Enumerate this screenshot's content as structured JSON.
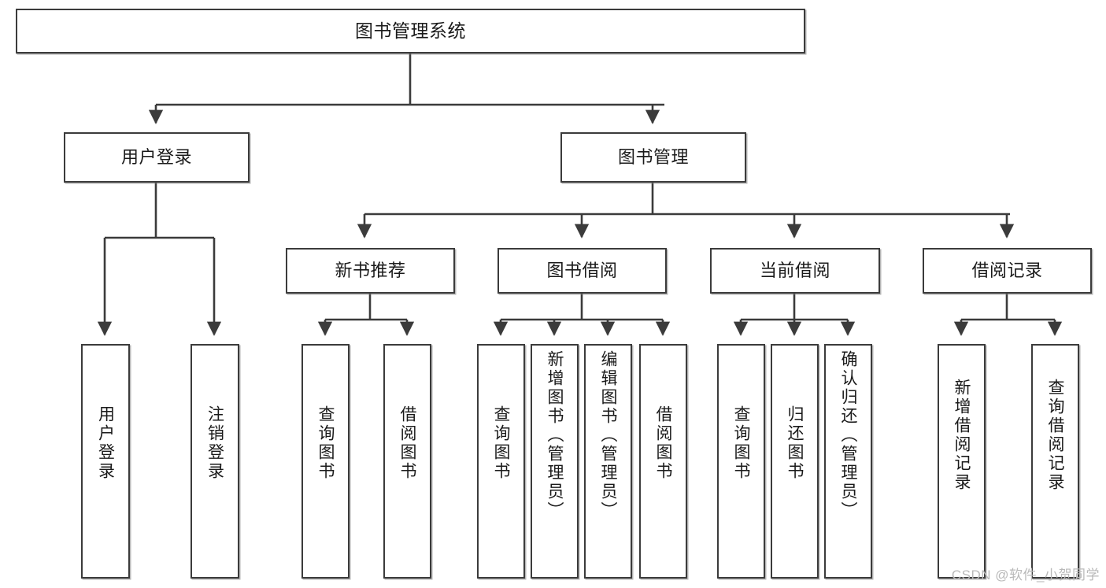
{
  "diagram": {
    "type": "tree-hierarchy",
    "title": "图书管理系统",
    "watermark": "CSDN @软件_小贺同学",
    "colors": {
      "stroke": "#3b3b3b",
      "fill": "#ffffff",
      "text": "#1a1a1a",
      "watermark": "#b9b9b9"
    },
    "nodes": {
      "root": {
        "label": "图书管理系统"
      },
      "level2": [
        {
          "id": "user-login",
          "label": "用户登录"
        },
        {
          "id": "book-manage",
          "label": "图书管理"
        }
      ],
      "level3": [
        {
          "id": "new-book-rec",
          "label": "新书推荐"
        },
        {
          "id": "book-borrow",
          "label": "图书借阅"
        },
        {
          "id": "current-borrow",
          "label": "当前借阅"
        },
        {
          "id": "borrow-record",
          "label": "借阅记录"
        }
      ],
      "leaves": [
        {
          "id": "leaf-user-login",
          "label": "用户登录",
          "parent": "user-login"
        },
        {
          "id": "leaf-user-logout",
          "label": "注销登录",
          "parent": "user-login"
        },
        {
          "id": "leaf-query-book-1",
          "label": "查询图书",
          "parent": "new-book-rec"
        },
        {
          "id": "leaf-borrow-book-1",
          "label": "借阅图书",
          "parent": "new-book-rec"
        },
        {
          "id": "leaf-query-book-2",
          "label": "查询图书",
          "parent": "book-borrow"
        },
        {
          "id": "leaf-add-book",
          "label": "新增图书（管理员）",
          "parent": "book-borrow"
        },
        {
          "id": "leaf-edit-book",
          "label": "编辑图书（管理员）",
          "parent": "book-borrow"
        },
        {
          "id": "leaf-borrow-book-2",
          "label": "借阅图书",
          "parent": "book-borrow"
        },
        {
          "id": "leaf-query-book-3",
          "label": "查询图书",
          "parent": "current-borrow"
        },
        {
          "id": "leaf-return-book",
          "label": "归还图书",
          "parent": "current-borrow"
        },
        {
          "id": "leaf-confirm-return",
          "label": "确认归还（管理员）",
          "parent": "current-borrow"
        },
        {
          "id": "leaf-add-record",
          "label": "新增借阅记录",
          "parent": "borrow-record"
        },
        {
          "id": "leaf-query-record",
          "label": "查询借阅记录",
          "parent": "borrow-record"
        }
      ]
    }
  }
}
